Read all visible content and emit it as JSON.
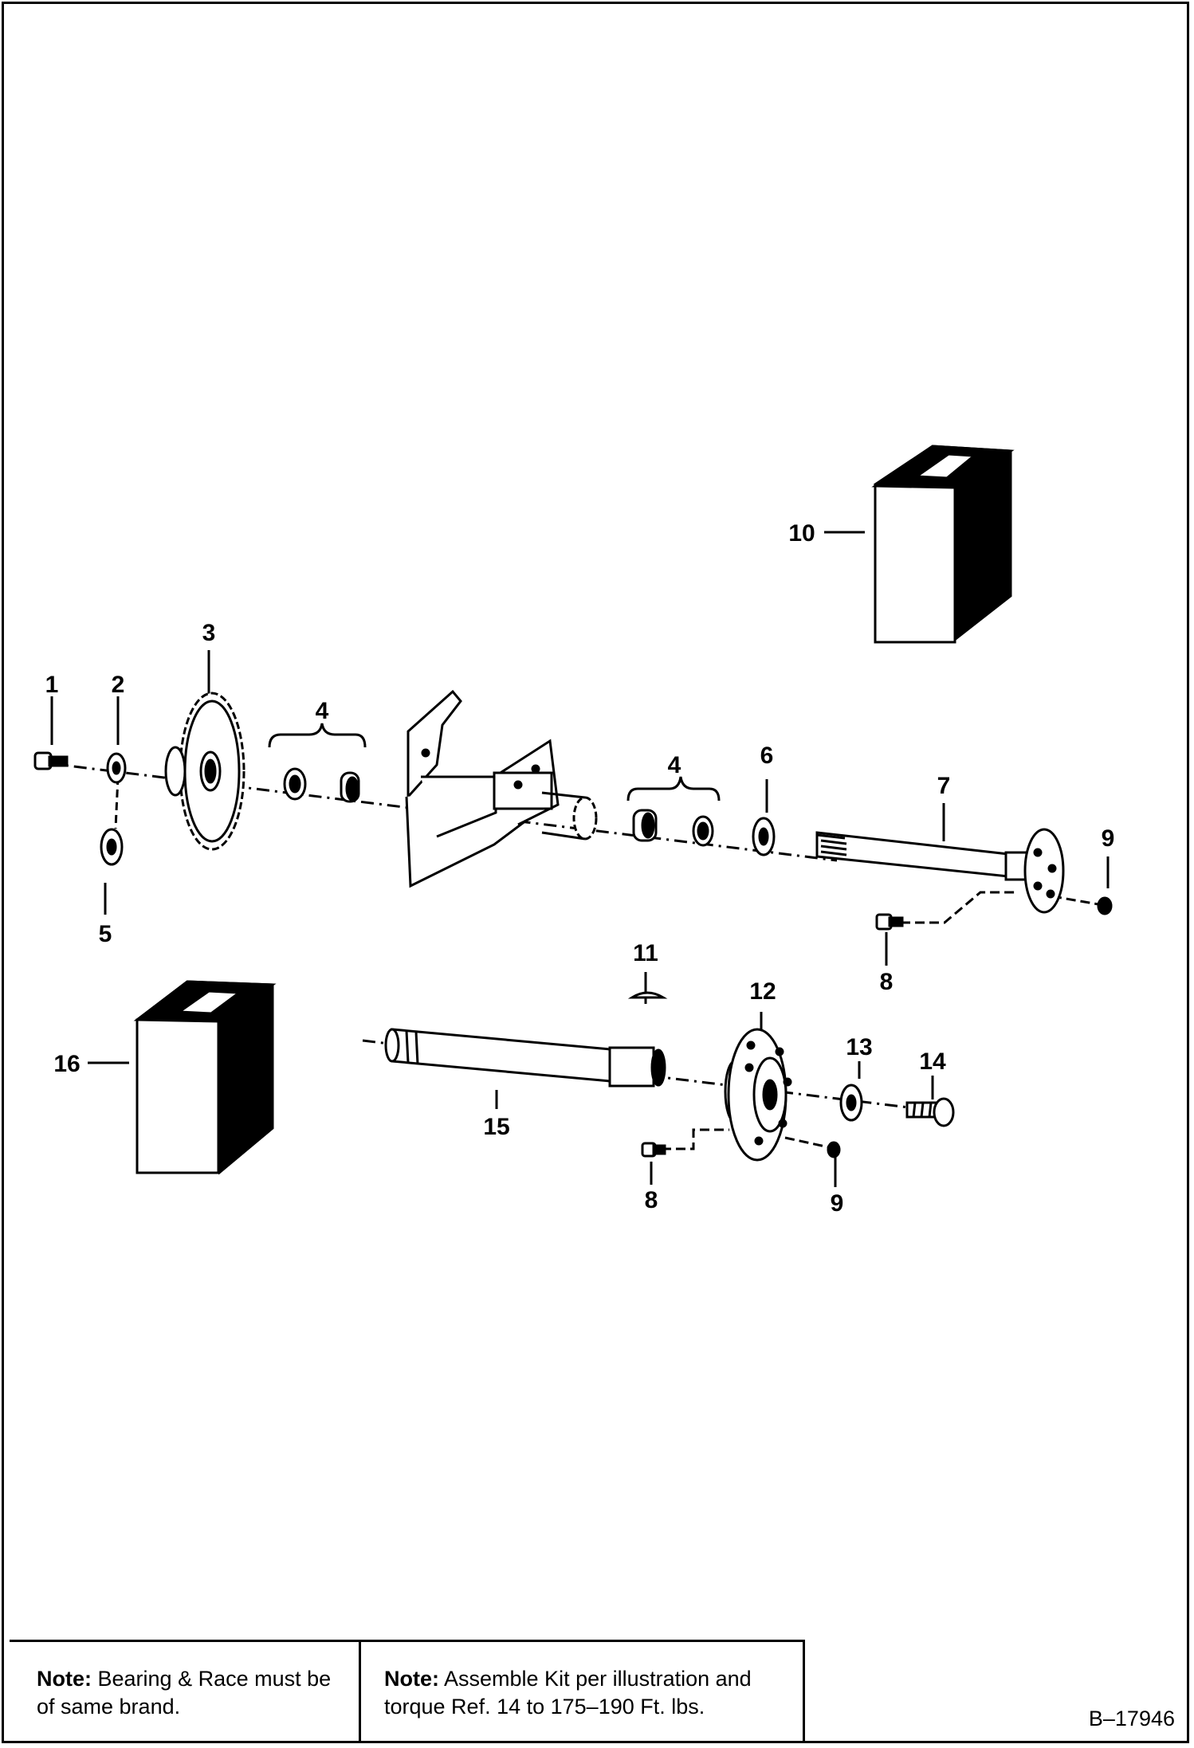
{
  "callouts": {
    "c1": "1",
    "c2": "2",
    "c3": "3",
    "c4a": "4",
    "c4b": "4",
    "c5": "5",
    "c6": "6",
    "c7": "7",
    "c8a": "8",
    "c8b": "8",
    "c9a": "9",
    "c9b": "9",
    "c10": "10",
    "c11": "11",
    "c12": "12",
    "c13": "13",
    "c14": "14",
    "c15": "15",
    "c16": "16"
  },
  "notes": {
    "left_label": "Note:",
    "left_text": " Bearing & Race must be of same brand.",
    "right_label": "Note:",
    "right_text": " Assemble Kit per illustration and torque Ref. 14 to 175–190 Ft. lbs."
  },
  "drawing_number": "B–17946"
}
